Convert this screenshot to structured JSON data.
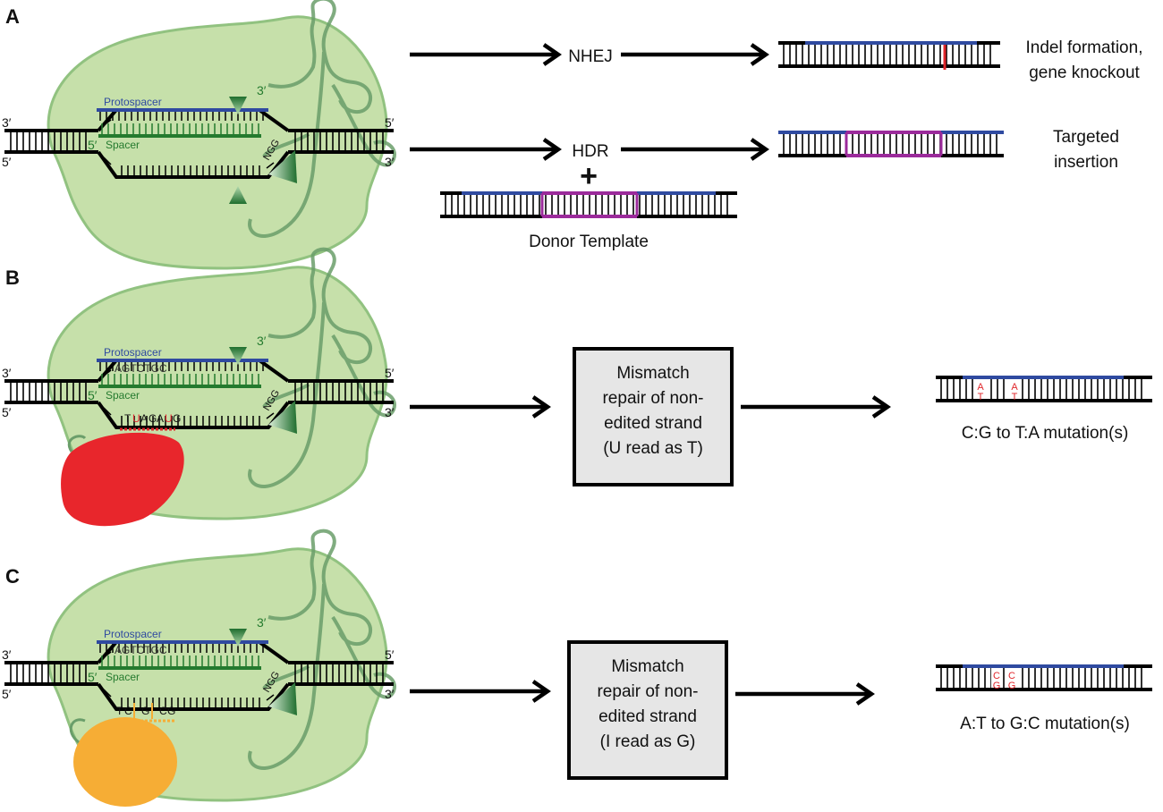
{
  "colors": {
    "cas9_body": "#c3dfa6",
    "cas9_edge": "#8cbf7a",
    "protospacer": "#2f4aa0",
    "spacer": "#247a2e",
    "dna": "#000000",
    "insert": "#9b2a9b",
    "indel_mark": "#e0262b",
    "cytidine_deaminase": "#e8262c",
    "adenosine_deaminase": "#f6ad35",
    "repair_box": "#e6e6e6",
    "mutation_text": "#e0262b"
  },
  "panels": [
    {
      "label": "A",
      "complex": {
        "prime3_top_left": "3′",
        "prime5_bottom_left": "5′",
        "prime5_top_right": "5′",
        "prime3_bottom_right": "3′",
        "prime3_rna": "3′",
        "prime5_spacer": "5′",
        "protospacer": "Protospacer",
        "spacer": "Spacer",
        "pam": "NGG"
      },
      "pathways": [
        {
          "name": "NHEJ",
          "outcome": "Indel formation,\ngene knockout"
        },
        {
          "name": "HDR",
          "outcome": "Targeted\ninsertion"
        }
      ],
      "plus": "+",
      "donor_label": "Donor Template"
    },
    {
      "label": "B",
      "complex": {
        "prime3_top_left": "3′",
        "prime5_bottom_left": "5′",
        "prime5_top_right": "5′",
        "prime3_bottom_right": "3′",
        "prime3_rna": "3′",
        "prime5_spacer": "5′",
        "protospacer": "Protospacer",
        "spacer": "Spacer",
        "pam": "NGG",
        "sequence": "AGTCTGC",
        "edited_seq": [
          "T",
          "U",
          "A",
          "G",
          "A",
          "U",
          "G"
        ]
      },
      "box": [
        "Mismatch",
        "repair of non-",
        "edited strand",
        "(U read as T)"
      ],
      "mutation_pairs": [
        "A/T",
        "A/T"
      ],
      "result": "C:G to T:A mutation(s)"
    },
    {
      "label": "C",
      "complex": {
        "prime3_top_left": "3′",
        "prime5_bottom_left": "5′",
        "prime5_top_right": "5′",
        "prime3_bottom_right": "3′",
        "prime3_rna": "3′",
        "prime5_spacer": "5′",
        "protospacer": "Protospacer",
        "spacer": "Spacer",
        "pam": "NGG",
        "sequence": "AGTCTGC",
        "edited_seq": [
          "T",
          "C",
          "G",
          "C",
          "G"
        ]
      },
      "box": [
        "Mismatch",
        "repair of non-",
        "edited strand",
        "(I read as G)"
      ],
      "mutation_pairs": [
        "C/G",
        "C/G"
      ],
      "result": "A:T to G:C mutation(s)"
    }
  ]
}
